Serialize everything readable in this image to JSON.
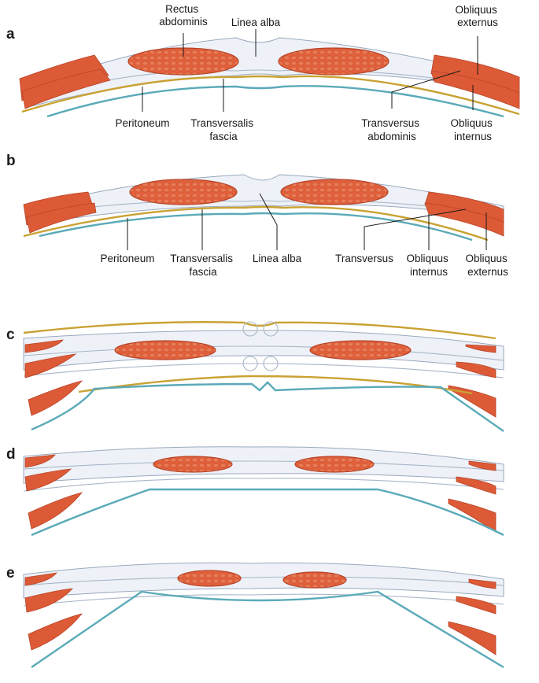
{
  "panels": {
    "a": {
      "letter": "a",
      "labels": {
        "rectus": "Rectus\nabdominis",
        "linea_alba": "Linea alba",
        "obliquus_externus": "Obliquus\nexternus",
        "peritoneum": "Peritoneum",
        "transversalis": "Transversalis\nfascia",
        "transversus": "Transversus\nabdominis",
        "obliquus_internus": "Obliquus\ninternus"
      }
    },
    "b": {
      "letter": "b",
      "labels": {
        "peritoneum": "Peritoneum",
        "transversalis": "Transversalis\nfascia",
        "linea_alba": "Linea alba",
        "transversus": "Transversus",
        "obliquus_internus": "Obliquus\ninternus",
        "obliquus_externus": "Obliquus\nexternus"
      }
    },
    "c": {
      "letter": "c"
    },
    "d": {
      "letter": "d"
    },
    "e": {
      "letter": "e"
    }
  },
  "colors": {
    "muscle": "#e4603a",
    "muscle_outline": "#b8452a",
    "fascia": "#eef2f8",
    "fascia_outline": "#9aa8bd",
    "peritoneum": "#5aaab8",
    "transversalis_fascia": "#c9a233"
  }
}
